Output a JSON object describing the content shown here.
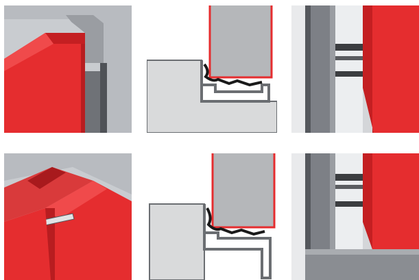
{
  "colors": {
    "door_red": "#e52d2f",
    "door_red_dark": "#c41f22",
    "frame_grey": "#7d8086",
    "frame_grey_dark": "#55585d",
    "wall_grey": "#c9ccd0",
    "section_fill": "#d9dadb",
    "section_line": "#6b6e72",
    "gasket_black": "#1a1a1a",
    "background": "#ffffff"
  },
  "panels": [
    {
      "row": "top",
      "view": "3d-corner",
      "door_color": "red",
      "frame_type": "angle-frame"
    },
    {
      "row": "top",
      "view": "cross-section",
      "door_color": "red",
      "frame_type": "angle-frame"
    },
    {
      "row": "top",
      "view": "installed-photo",
      "door_color": "red",
      "frame_type": "angle-frame"
    },
    {
      "row": "bottom",
      "view": "3d-corner",
      "door_color": "red",
      "frame_type": "block-frame"
    },
    {
      "row": "bottom",
      "view": "cross-section",
      "door_color": "red",
      "frame_type": "block-frame"
    },
    {
      "row": "bottom",
      "view": "installed-photo",
      "door_color": "red",
      "frame_type": "block-frame"
    }
  ]
}
